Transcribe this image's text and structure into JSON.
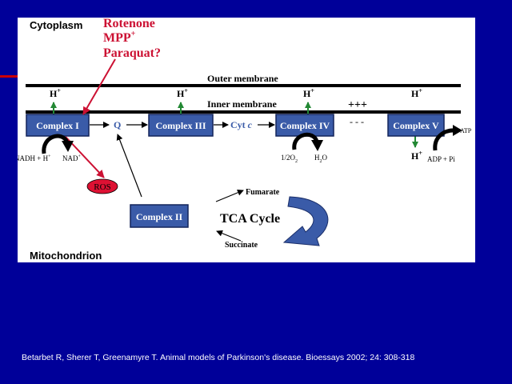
{
  "colors": {
    "slide_background": "#000099",
    "accent_bar": "#cc0000",
    "complex_fill": "#3a5ba8",
    "complex_text": "#ffffff",
    "inhibitor_text": "#cc1133",
    "inhibitor_arrow": "#cc1133",
    "proton_arrow": "#228833",
    "ros_fill": "#dd1133",
    "tca_arrow": "#3a5ba8",
    "cyt_c_text": "#3a5ba8",
    "membrane": "#000000"
  },
  "diagram": {
    "region_top": "Cytoplasm",
    "region_bottom": "Mitochondrion",
    "inhibitors": [
      "Rotenone",
      "MPP",
      "Paraquat?"
    ],
    "inhibitor_superscript": "+",
    "outer_membrane": "Outer membrane",
    "inner_membrane": "Inner membrane",
    "complexes": {
      "complex_1": "Complex I",
      "complex_2": "Complex II",
      "complex_3": "Complex III",
      "complex_4": "Complex IV",
      "complex_5": "Complex V"
    },
    "q": "Q",
    "cyt_c_prefix": "Cyt ",
    "cyt_c_suffix": "c",
    "proton_h": "H",
    "proton_plus": "+",
    "charge_positive": "+++",
    "charge_negative": "- - -",
    "nadh": "NADH + H",
    "nad": "NAD",
    "half_o2_a": "1/2O",
    "half_o2_b": "2",
    "h2o_a": "H",
    "h2o_b": "2",
    "h2o_c": "O",
    "atp": "ATP",
    "adp": "ADP + Pi",
    "ros": "ROS",
    "tca_cycle": "TCA Cycle",
    "fumarate": "Fumarate",
    "succinate": "Succinate"
  },
  "citation": "Betarbet R, Sherer T, Greenamyre T. Animal models of Parkinson's disease. Bioessays 2002; 24: 308-318"
}
